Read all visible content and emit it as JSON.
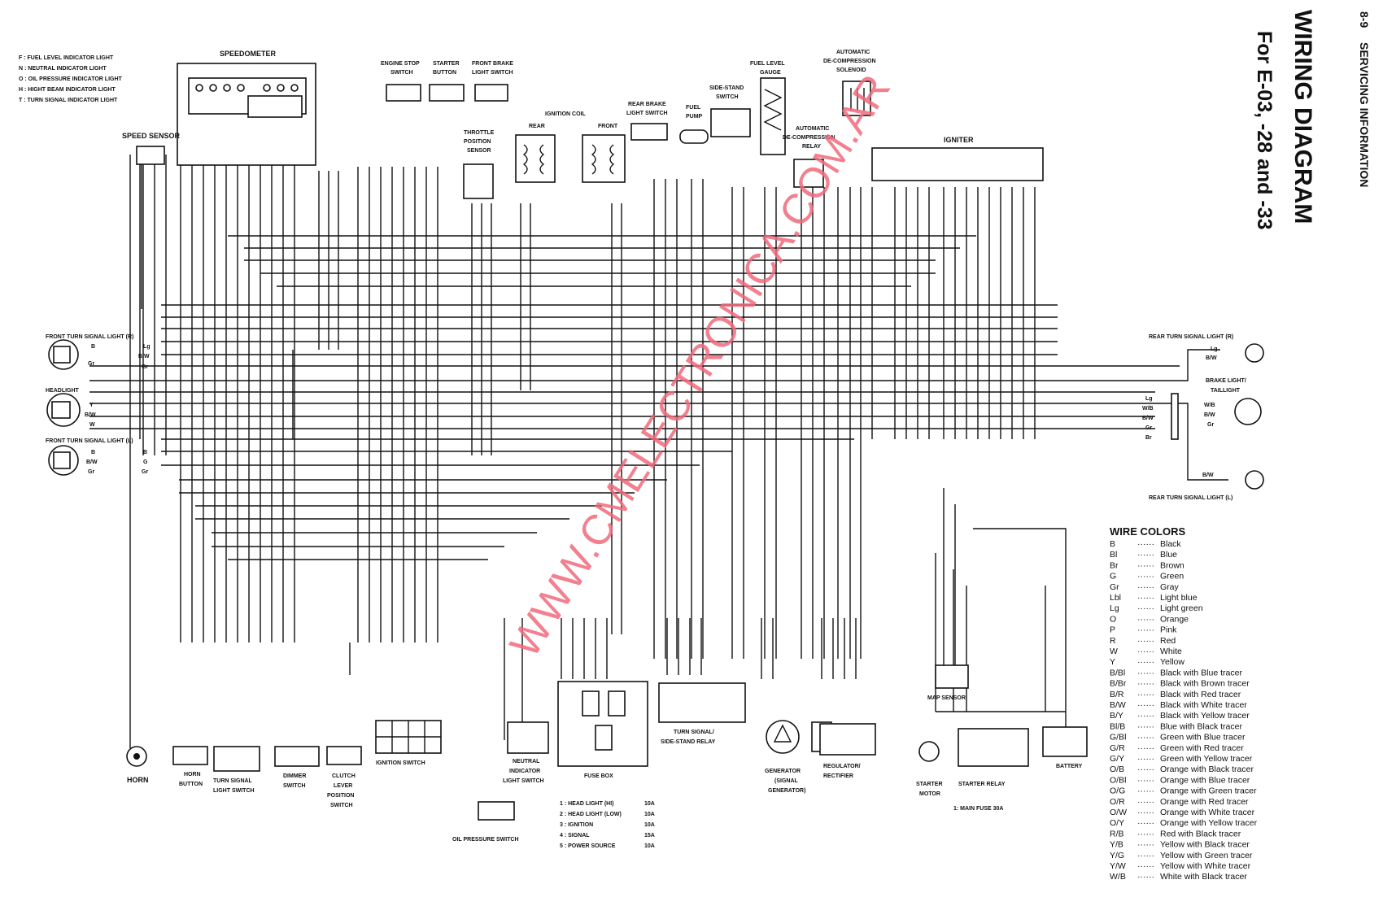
{
  "header": {
    "page": "8-9",
    "section": "SERVICING INFORMATION",
    "title": "WIRING DIAGRAM",
    "subtitle": "For E-03, -28 and -33"
  },
  "watermark": "WWW.CMELECTRONICA.COM.AR",
  "indicator_key": [
    "F : FUEL LEVEL INDICATOR LIGHT",
    "N : NEUTRAL INDICATOR LIGHT",
    "O : OIL PRESSURE INDICATOR LIGHT",
    "H : HIGHT BEAM INDICATOR LIGHT",
    "T : TURN SIGNAL INDICATOR LIGHT"
  ],
  "components": {
    "speedometer": "SPEEDOMETER",
    "speed_sensor": "SPEED SENSOR",
    "engine_stop_1": "ENGINE STOP",
    "engine_stop_2": "SWITCH",
    "starter_button_1": "STARTER",
    "starter_button_2": "BUTTON",
    "front_brake_1": "FRONT BRAKE",
    "front_brake_2": "LIGHT SWITCH",
    "throttle_1": "THROTTLE",
    "throttle_2": "POSITION",
    "throttle_3": "SENSOR",
    "ignition_coil": "IGNITION COIL",
    "coil_rear": "REAR",
    "coil_front": "FRONT",
    "rear_brake_1": "REAR BRAKE",
    "rear_brake_2": "LIGHT SWITCH",
    "fuel_pump_1": "FUEL",
    "fuel_pump_2": "PUMP",
    "side_stand_1": "SIDE-STAND",
    "side_stand_2": "SWITCH",
    "fuel_gauge_1": "FUEL LEVEL",
    "fuel_gauge_2": "GAUGE",
    "decomp_solenoid_1": "AUTOMATIC",
    "decomp_solenoid_2": "DE-COMPRESSION",
    "decomp_solenoid_3": "SOLENOID",
    "decomp_relay_1": "AUTOMATIC",
    "decomp_relay_2": "DE-COMPRESSION",
    "decomp_relay_3": "RELAY",
    "igniter": "IGNITER",
    "front_turn_r": "FRONT TURN SIGNAL LIGHT (R)",
    "headlight": "HEADLIGHT",
    "front_turn_l": "FRONT TURN SIGNAL LIGHT (L)",
    "rear_turn_r": "REAR TURN SIGNAL LIGHT (R)",
    "brake_light_1": "BRAKE LIGHT/",
    "brake_light_2": "TAILLIGHT",
    "rear_turn_l": "REAR TURN SIGNAL LIGHT (L)",
    "horn": "HORN",
    "horn_button_1": "HORN",
    "horn_button_2": "BUTTON",
    "turn_switch_1": "TURN SIGNAL",
    "turn_switch_2": "LIGHT SWITCH",
    "dimmer_1": "DIMMER",
    "dimmer_2": "SWITCH",
    "clutch_1": "CLUTCH",
    "clutch_2": "LEVER",
    "clutch_3": "POSITION",
    "clutch_4": "SWITCH",
    "ignition_switch": "IGNITION SWITCH",
    "oil_pressure": "OIL PRESSURE SWITCH",
    "neutral_1": "NEUTRAL",
    "neutral_2": "INDICATOR",
    "neutral_3": "LIGHT SWITCH",
    "fuse_box": "FUSE BOX",
    "turn_relay_1": "TURN SIGNAL/",
    "turn_relay_2": "SIDE-STAND RELAY",
    "generator_1": "GENERATOR",
    "generator_2": "(SIGNAL",
    "generator_3": "GENERATOR)",
    "regulator_1": "REGULATOR/",
    "regulator_2": "RECTIFIER",
    "map_sensor": "MAP SENSOR",
    "starter_motor_1": "STARTER",
    "starter_motor_2": "MOTOR",
    "starter_relay": "STARTER RELAY",
    "main_fuse": "1: MAIN FUSE 30A",
    "battery": "BATTERY"
  },
  "fuses": [
    {
      "label": "1 : HEAD LIGHT (HI)",
      "rating": "10A"
    },
    {
      "label": "2 : HEAD LIGHT (LOW)",
      "rating": "10A"
    },
    {
      "label": "3 : IGNITION",
      "rating": "10A"
    },
    {
      "label": "4 : SIGNAL",
      "rating": "15A"
    },
    {
      "label": "5 : POWER SOURCE",
      "rating": "10A"
    }
  ],
  "wire_legend": {
    "title": "WIRE COLORS",
    "entries": [
      {
        "code": "B",
        "name": "Black"
      },
      {
        "code": "Bl",
        "name": "Blue"
      },
      {
        "code": "Br",
        "name": "Brown"
      },
      {
        "code": "G",
        "name": "Green"
      },
      {
        "code": "Gr",
        "name": "Gray"
      },
      {
        "code": "Lbl",
        "name": "Light blue"
      },
      {
        "code": "Lg",
        "name": "Light green"
      },
      {
        "code": "O",
        "name": "Orange"
      },
      {
        "code": "P",
        "name": "Pink"
      },
      {
        "code": "R",
        "name": "Red"
      },
      {
        "code": "W",
        "name": "White"
      },
      {
        "code": "Y",
        "name": "Yellow"
      },
      {
        "code": "B/Bl",
        "name": "Black with Blue tracer"
      },
      {
        "code": "B/Br",
        "name": "Black with Brown tracer"
      },
      {
        "code": "B/R",
        "name": "Black with Red tracer"
      },
      {
        "code": "B/W",
        "name": "Black with White tracer"
      },
      {
        "code": "B/Y",
        "name": "Black with Yellow tracer"
      },
      {
        "code": "Bl/B",
        "name": "Blue with Black tracer"
      },
      {
        "code": "G/Bl",
        "name": "Green with Blue tracer"
      },
      {
        "code": "G/R",
        "name": "Green with Red tracer"
      },
      {
        "code": "G/Y",
        "name": "Green with Yellow tracer"
      },
      {
        "code": "O/B",
        "name": "Orange with Black tracer"
      },
      {
        "code": "O/Bl",
        "name": "Orange with Blue tracer"
      },
      {
        "code": "O/G",
        "name": "Orange with Green tracer"
      },
      {
        "code": "O/R",
        "name": "Orange with Red tracer"
      },
      {
        "code": "O/W",
        "name": "Orange with White tracer"
      },
      {
        "code": "O/Y",
        "name": "Orange with Yellow tracer"
      },
      {
        "code": "R/B",
        "name": "Red with Black tracer"
      },
      {
        "code": "Y/B",
        "name": "Yellow with Black tracer"
      },
      {
        "code": "Y/G",
        "name": "Yellow with Green tracer"
      },
      {
        "code": "Y/W",
        "name": "Yellow with White tracer"
      },
      {
        "code": "W/B",
        "name": "White with Black tracer"
      }
    ]
  },
  "wire_tags": {
    "ft_r": [
      "B",
      "Lg",
      "Gr",
      "B/W",
      "Gr"
    ],
    "head": [
      "Y",
      "B/W",
      "W"
    ],
    "ft_l": [
      "B",
      "B/W",
      "Gr",
      "B",
      "G",
      "Gr"
    ],
    "rear": [
      "Lg",
      "B/W",
      "W/B",
      "B/W",
      "Gr",
      "Br",
      "W/B",
      "B/W",
      "Gr",
      "Lg",
      "B/W"
    ]
  },
  "colors": {
    "ink": "#111111",
    "watermark": "#f06a7c",
    "paper": "#ffffff"
  }
}
